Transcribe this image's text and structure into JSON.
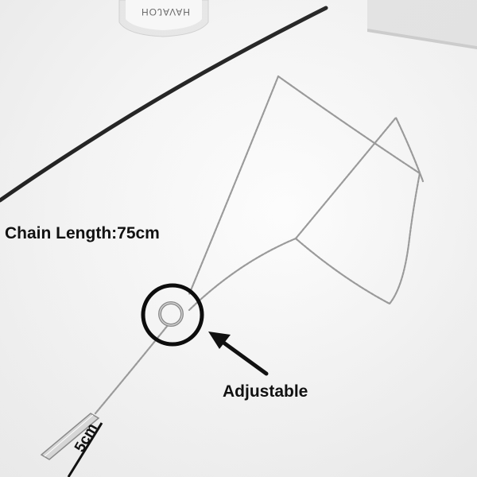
{
  "labels": {
    "chain_length": "Chain Length:75cm",
    "adjustable": "Adjustable",
    "bar_length": "5cm"
  },
  "background": {
    "bottle_print": "HOJAVAH"
  },
  "colors": {
    "text": "#111111",
    "chain": "#9a9a9a",
    "circle_marker": "#0d0d0d",
    "arrow": "#111111",
    "surface": "#f4f4f4"
  }
}
